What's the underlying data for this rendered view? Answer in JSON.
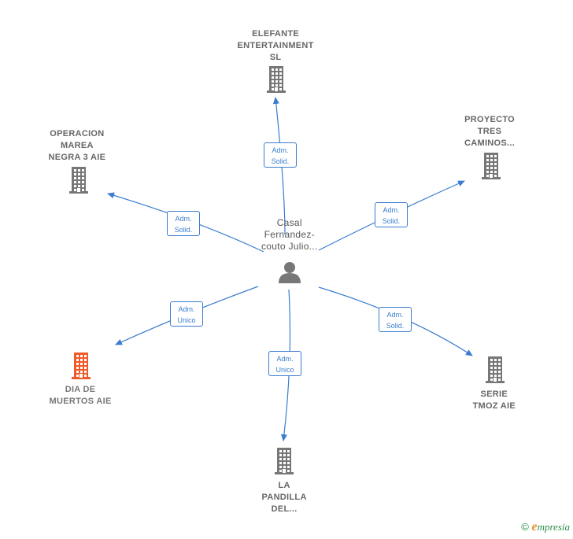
{
  "colors": {
    "edge": "#3a7dd0",
    "building": "#777777",
    "building_highlight": "#f05a28",
    "person": "#777777"
  },
  "center": {
    "name_lines": [
      "Casal",
      "Fernandez-",
      "couto Julio..."
    ],
    "icon": "person-icon"
  },
  "companies": [
    {
      "id": "elefante",
      "lines": [
        "ELEFANTE",
        "ENTERTAINMENT",
        "SL"
      ],
      "role": [
        "Adm.",
        "Solid."
      ],
      "highlight": false,
      "icon": "building-icon"
    },
    {
      "id": "proyecto",
      "lines": [
        "PROYECTO",
        "TRES",
        "CAMINOS..."
      ],
      "role": [
        "Adm.",
        "Solid."
      ],
      "highlight": false,
      "icon": "building-icon"
    },
    {
      "id": "serie",
      "lines": [
        "SERIE",
        "TMOZ AIE"
      ],
      "role": [
        "Adm.",
        "Solid."
      ],
      "highlight": false,
      "icon": "building-icon"
    },
    {
      "id": "pandilla",
      "lines": [
        "LA",
        "PANDILLA",
        "DEL..."
      ],
      "role": [
        "Adm.",
        "Unico"
      ],
      "highlight": false,
      "icon": "building-icon"
    },
    {
      "id": "dia",
      "lines": [
        "DIA DE",
        "MUERTOS  AIE"
      ],
      "role": [
        "Adm.",
        "Unico"
      ],
      "highlight": true,
      "icon": "building-icon"
    },
    {
      "id": "operacion",
      "lines": [
        "OPERACION",
        "MAREA",
        "NEGRA 3  AIE"
      ],
      "role": [
        "Adm.",
        "Solid."
      ],
      "highlight": false,
      "icon": "building-icon"
    }
  ],
  "footer": {
    "copyright_symbol": "©",
    "brand_first": "e",
    "brand_rest": "mpresia"
  }
}
